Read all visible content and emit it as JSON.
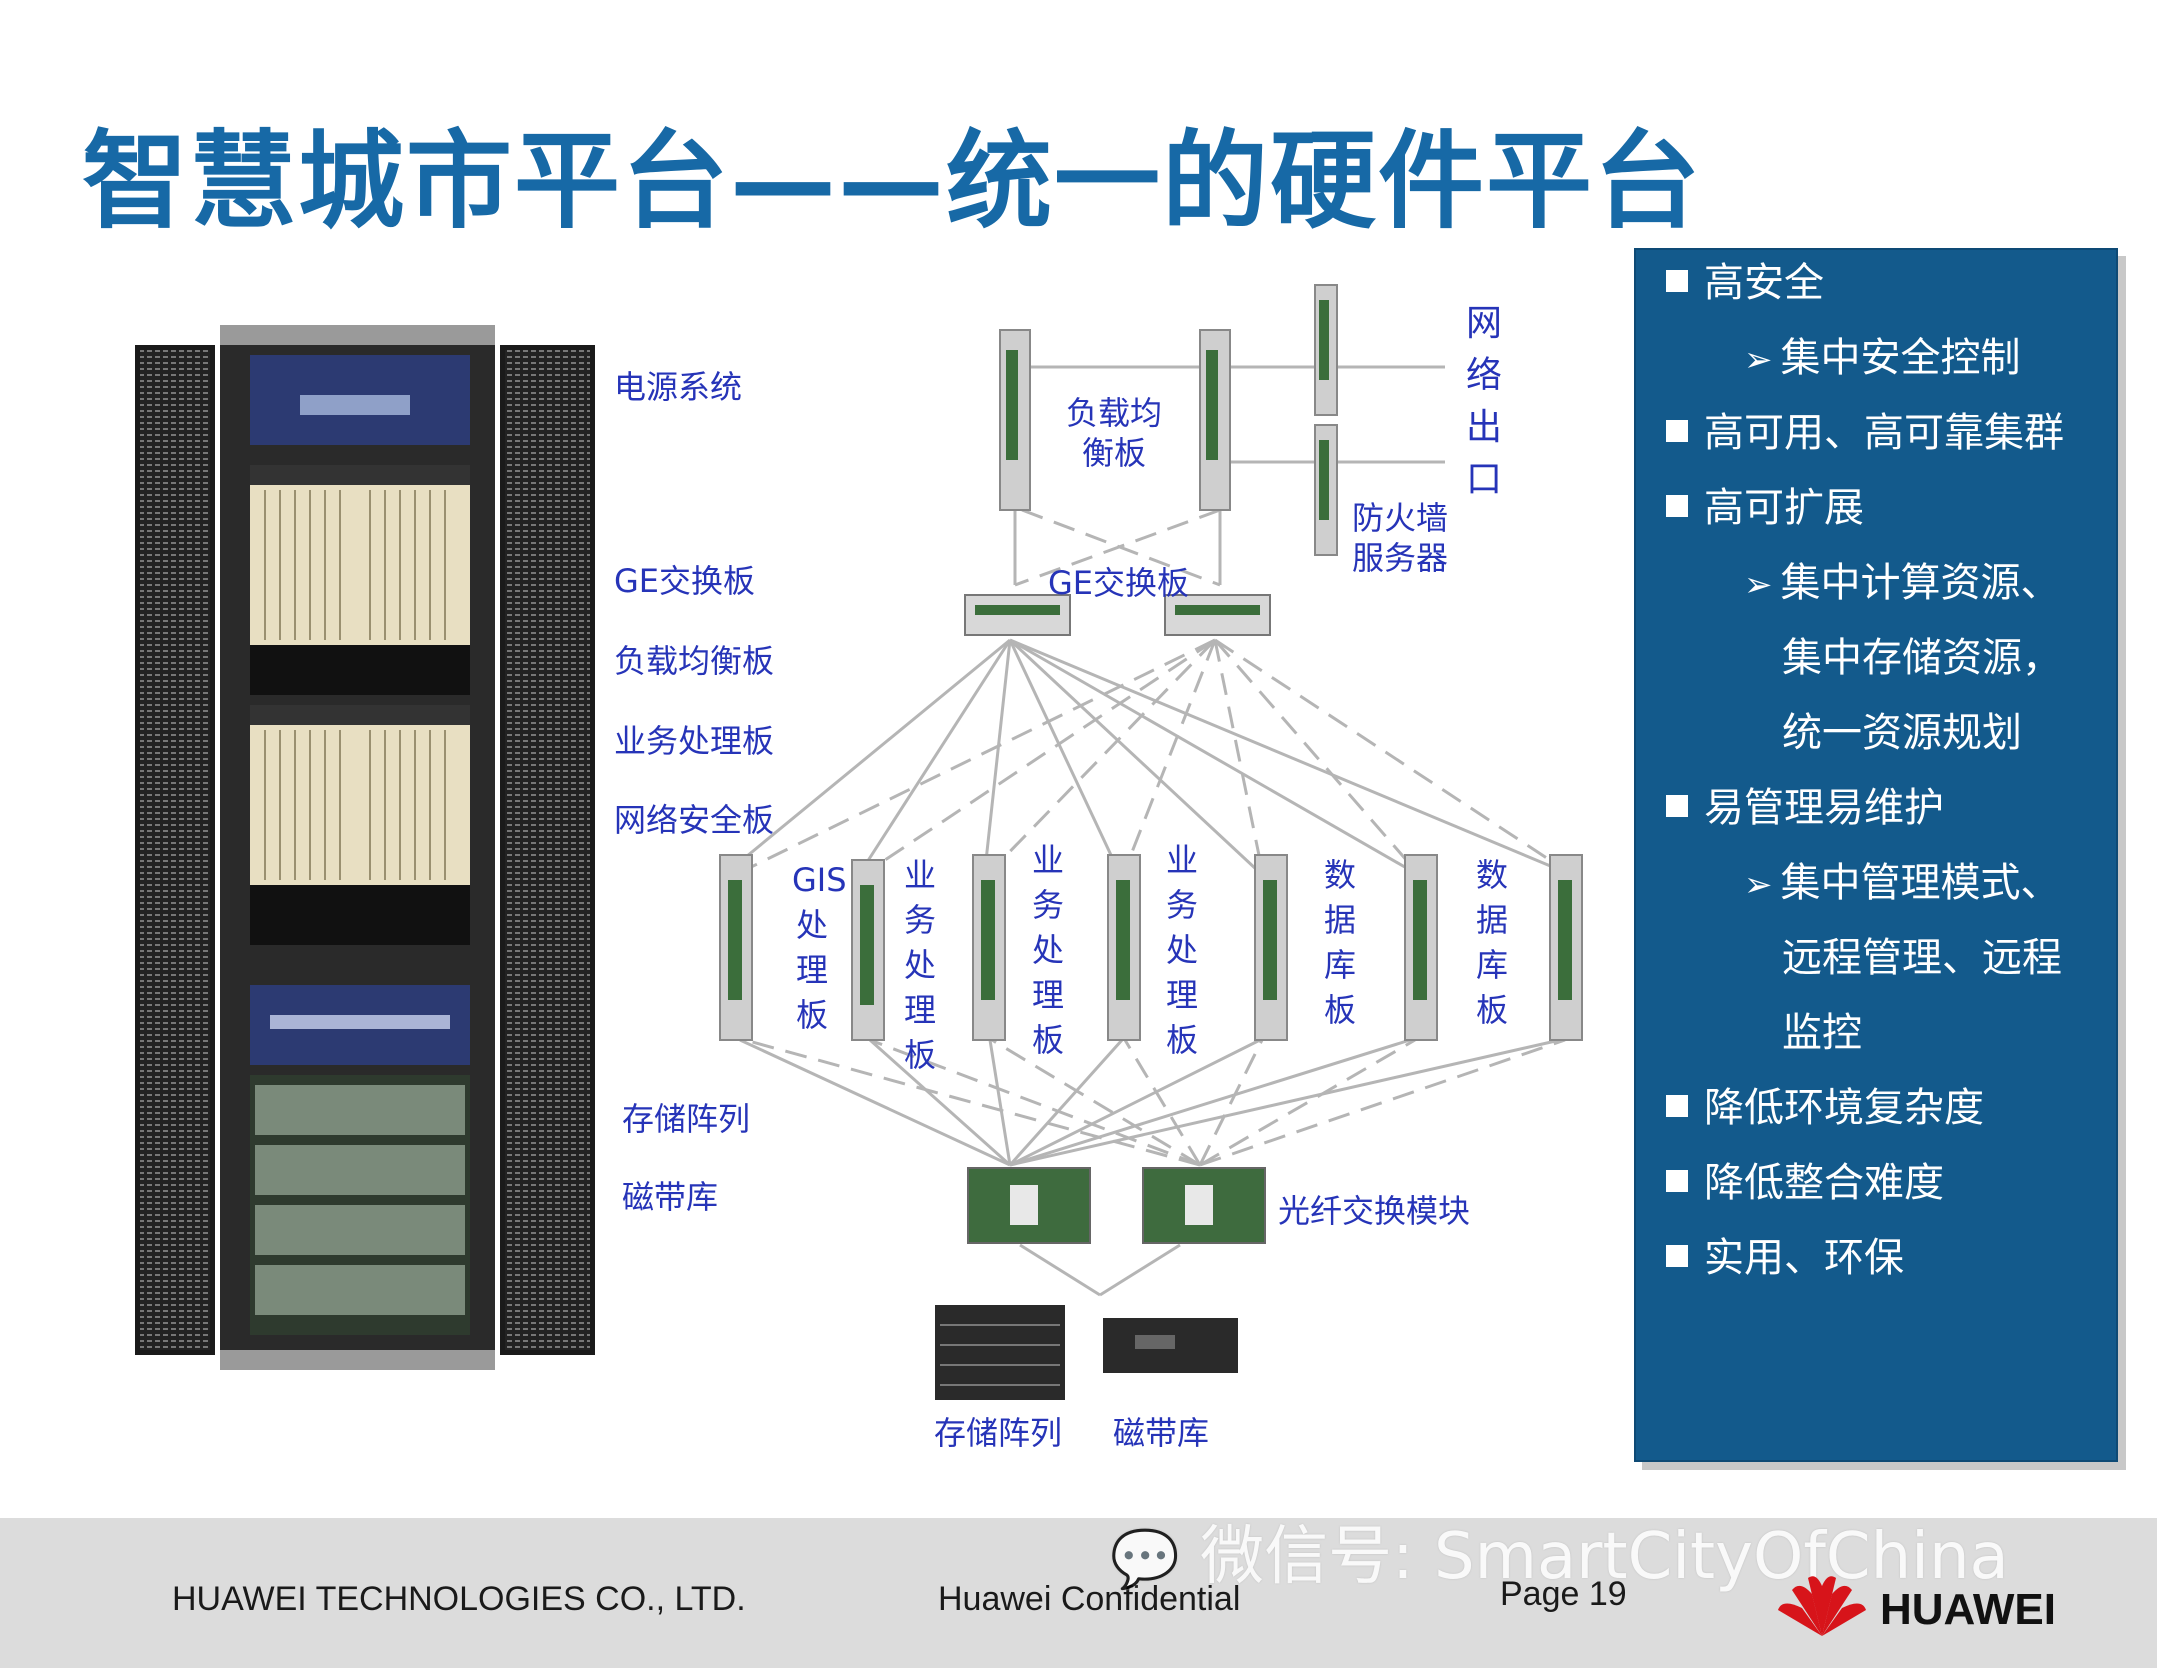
{
  "title": "智慧城市平台——统一的硬件平台",
  "cabinet_labels": [
    "电源系统",
    "GE交换板",
    "负载均衡板",
    "业务处理板",
    "网络安全板",
    "存储阵列",
    "磁带库"
  ],
  "diagram": {
    "network_exit": "网络出口",
    "load_balancer": "负载均衡板",
    "firewall": "防火墙服务器",
    "ge_switch": "GE交换板",
    "gis": "GIS处理板",
    "biz1": "业务处理板",
    "biz2": "业务处理板",
    "biz3": "业务处理板",
    "db1": "数据库板",
    "db2": "数据库板",
    "fiber": "光纤交换模块",
    "storage": "存储阵列",
    "tape": "磁带库"
  },
  "panel": {
    "items": [
      {
        "level": 1,
        "text": "高安全"
      },
      {
        "level": 2,
        "text": "集中安全控制"
      },
      {
        "level": 1,
        "text": "高可用、高可靠集群"
      },
      {
        "level": 1,
        "text": "高可扩展"
      },
      {
        "level": 2,
        "text": "集中计算资源、"
      },
      {
        "level": 3,
        "text": "集中存储资源，"
      },
      {
        "level": 3,
        "text": "统一资源规划"
      },
      {
        "level": 1,
        "text": "易管理易维护"
      },
      {
        "level": 2,
        "text": "集中管理模式、"
      },
      {
        "level": 3,
        "text": "远程管理、远程"
      },
      {
        "level": 3,
        "text": "监控"
      },
      {
        "level": 1,
        "text": "降低环境复杂度"
      },
      {
        "level": 1,
        "text": "降低整合难度"
      },
      {
        "level": 1,
        "text": "实用、环保"
      }
    ]
  },
  "footer": {
    "company": "HUAWEI TECHNOLOGIES CO., LTD.",
    "confidential": "Huawei Confidential",
    "page": "Page 19",
    "watermark": "微信号: SmartCityOfChina",
    "brand": "HUAWEI"
  },
  "colors": {
    "title": "#1769a6",
    "label": "#2634b8",
    "panel": "#135a8c",
    "footer": "#dcdcdc",
    "logo": "#d7141a"
  }
}
